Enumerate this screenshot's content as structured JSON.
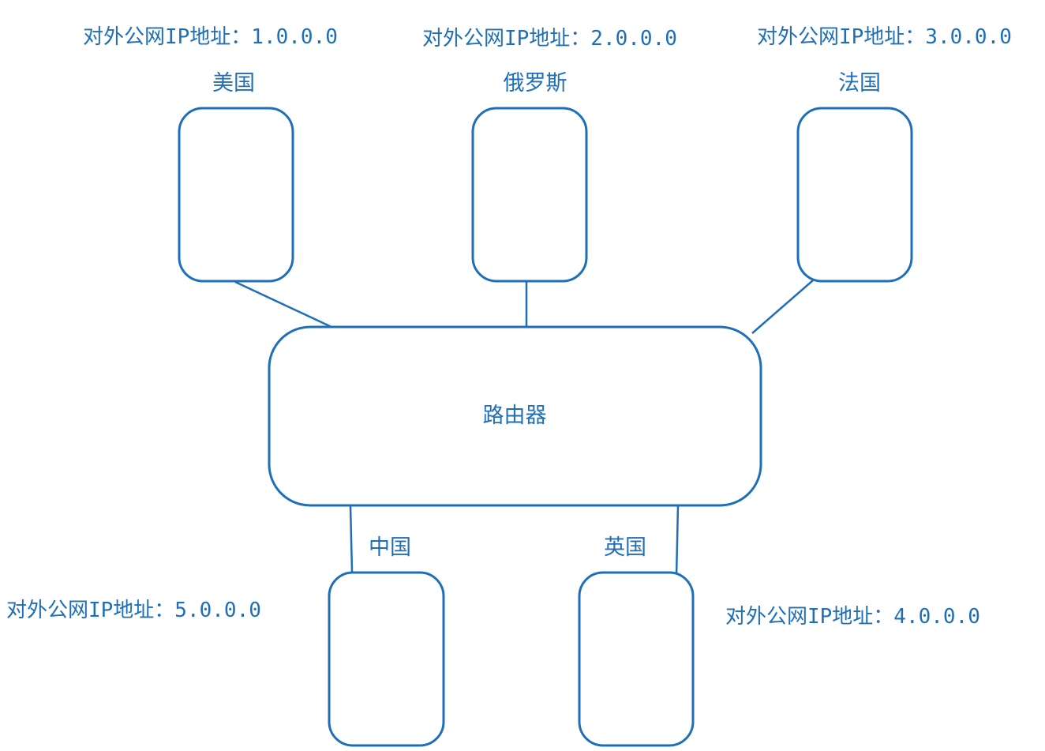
{
  "colors": {
    "stroke": "#1f6fb8",
    "text": "#1f6fb8",
    "background": "#ffffff"
  },
  "router": {
    "label": "路由器"
  },
  "nodes": [
    {
      "id": "usa",
      "country": "美国",
      "ip_label": "对外公网IP地址：1.0.0.0"
    },
    {
      "id": "russia",
      "country": "俄罗斯",
      "ip_label": "对外公网IP地址：2.0.0.0"
    },
    {
      "id": "france",
      "country": "法国",
      "ip_label": "对外公网IP地址：3.0.0.0"
    },
    {
      "id": "uk",
      "country": "英国",
      "ip_label": "对外公网IP地址：4.0.0.0"
    },
    {
      "id": "china",
      "country": "中国",
      "ip_label": "对外公网IP地址：5.0.0.0"
    }
  ]
}
